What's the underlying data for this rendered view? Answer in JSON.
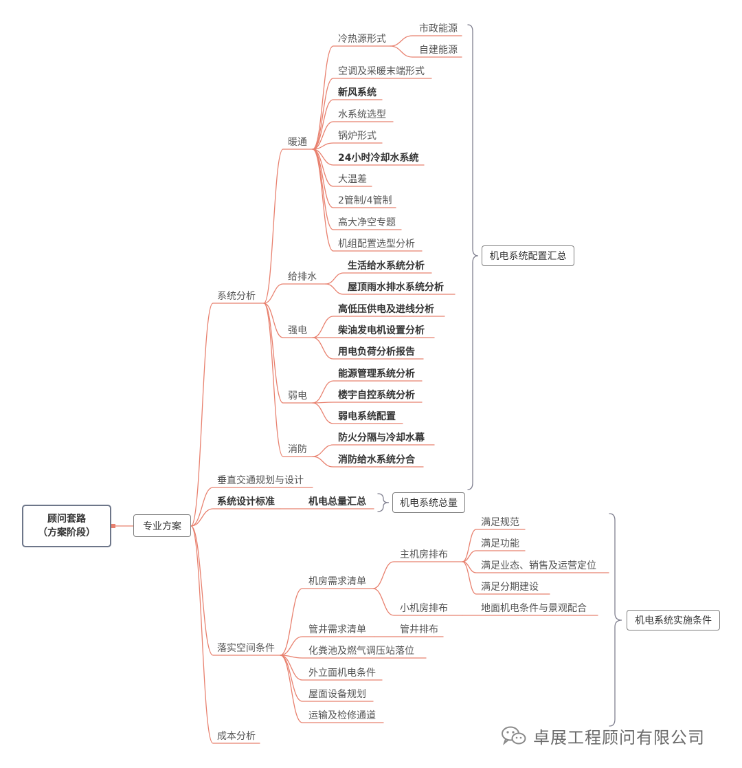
{
  "root": {
    "line1": "顾问套路",
    "line2": "（方案阶段）"
  },
  "main": "专业方案",
  "branches": {
    "system_analysis": "系统分析",
    "vertical": "垂直交通规划与设计",
    "design_standard": "系统设计标准",
    "space": "落实空间条件",
    "cost": "成本分析"
  },
  "hvac": {
    "label": "暖通",
    "cold_heat": "冷热源形式",
    "municipal": "市政能源",
    "self_built": "自建能源",
    "items": [
      "空调及采暖末端形式",
      "新风系统",
      "水系统选型",
      "锅炉形式",
      "24小时冷却水系统",
      "大温差",
      "2管制/4管制",
      "高大净空专题",
      "机组配置选型分析"
    ]
  },
  "plumbing": {
    "label": "给排水",
    "items": [
      "生活给水系统分析",
      "屋顶雨水排水系统分析"
    ]
  },
  "power": {
    "label": "强电",
    "items": [
      "高低压供电及进线分析",
      "柴油发电机设置分析",
      "用电负荷分析报告"
    ]
  },
  "weak": {
    "label": "弱电",
    "items": [
      "能源管理系统分析",
      "楼宇自控系统分析",
      "弱电系统配置"
    ]
  },
  "fire": {
    "label": "消防",
    "items": [
      "防火分隔与冷却水幕",
      "消防给水系统分合"
    ]
  },
  "summaries": {
    "config": "机电系统配置汇总",
    "total_item": "机电总量汇总",
    "total": "机电系统总量",
    "implement": "机电系统实施条件"
  },
  "space": {
    "room_list": "机房需求清单",
    "main_room": "主机房排布",
    "main_items": [
      "满足规范",
      "满足功能",
      "满足业态、销售及运营定位",
      "满足分期建设"
    ],
    "small_room": "小机房排布",
    "small_item": "地面机电条件与景观配合",
    "shaft_list": "管井需求清单",
    "shaft_layout": "管井排布",
    "others": [
      "化粪池及燃气调压站落位",
      "外立面机电条件",
      "屋面设备规划",
      "运输及检修通道"
    ]
  },
  "watermark": "卓展工程顾问有限公司",
  "colors": {
    "branch_line": "#e8806e",
    "bracket_line": "#7f7f8f"
  }
}
